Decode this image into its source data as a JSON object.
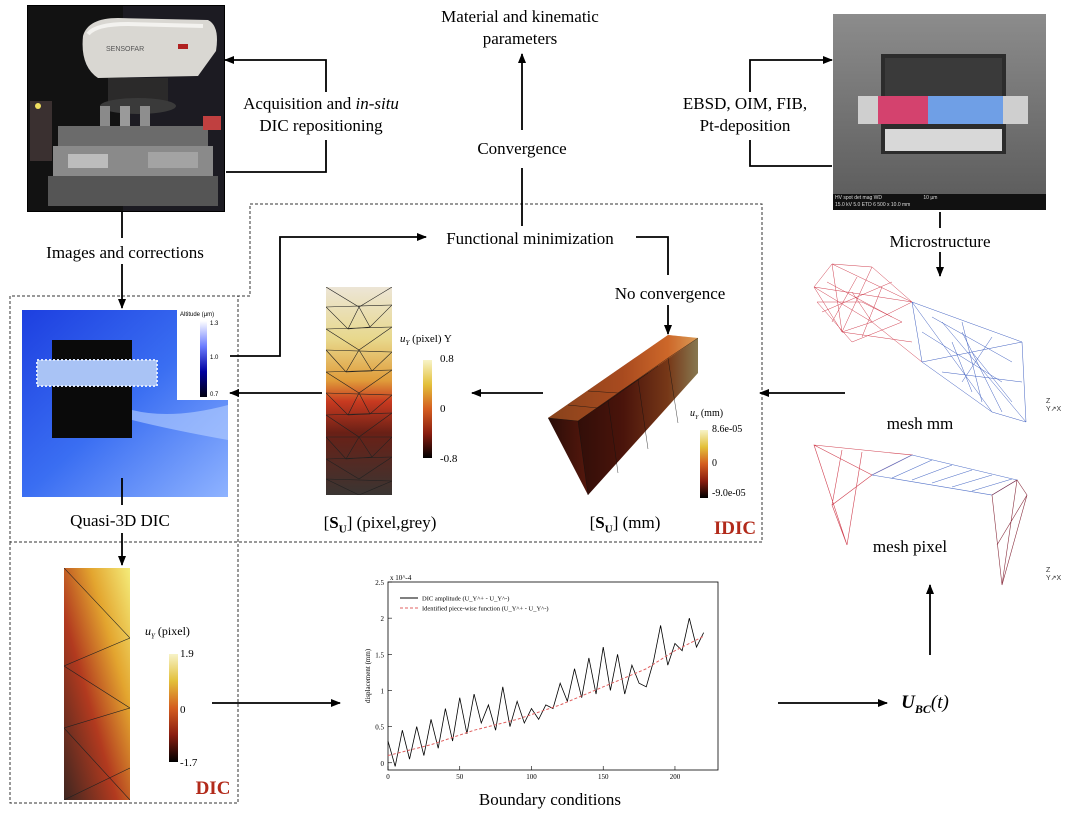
{
  "labels": {
    "material_params": "Material and kinematic parameters",
    "acquisition_line1_pre": "Acquisition and ",
    "acquisition_italic": "in-situ",
    "acquisition_line2": "DIC repositioning",
    "images_corrections": "Images and corrections",
    "convergence": "Convergence",
    "ebsd": "EBSD, OIM, FIB,",
    "pt_deposition": "Pt-deposition",
    "functional_min": "Functional minimization",
    "no_convergence": "No convergence",
    "microstructure": "Microstructure",
    "mesh_mm": "mesh mm",
    "mesh_pixel": "mesh pixel",
    "quasi3d": "Quasi-3D DIC",
    "su_pixel_suffix": "(pixel,grey)",
    "su_mm_suffix": "(mm)",
    "su_sub": "U",
    "idic": "IDIC",
    "dic": "DIC",
    "boundary_conditions": "Boundary conditions",
    "ubc_main": "U",
    "ubc_sub": "BC",
    "ubc_t": "(t)"
  },
  "colorbars": {
    "altitude_title": "Altitude (µm)",
    "altitude_ticks": [
      "1.3",
      "1.0",
      "0.7"
    ],
    "pixel_title": "(pixel) Y",
    "pixel_ticks": [
      "0.8",
      "0",
      "-0.8"
    ],
    "mm_title": "(mm)",
    "mm_ticks": [
      "8.6e-05",
      "0",
      "-9.0e-05"
    ],
    "dic_title": "(pixel)",
    "dic_ticks": [
      "1.9",
      "0",
      "-1.7"
    ],
    "u_symbol": "u",
    "u_sub": "Y"
  },
  "sem_bar": [
    "HV",
    "spot",
    "det",
    "mag",
    "WD",
    "10 µm",
    "15.0 kV",
    "5.0",
    "ETD",
    "6 500 x",
    "10.0 mm"
  ],
  "axis_triad": [
    "Y",
    "Z",
    "X"
  ],
  "colors": {
    "idic_text": "#b22a1a",
    "dic_text": "#b22a1a",
    "dic_line": "#000000",
    "fit_line": "#e06060"
  },
  "chart_data": {
    "type": "line",
    "title": "",
    "xlabel": "",
    "ylabel": "displacement (mm)",
    "y_exponent": "x 10^-4",
    "xlim": [
      0,
      230
    ],
    "ylim": [
      -0.1,
      2.5
    ],
    "xticks": [
      "0",
      "50",
      "100",
      "150",
      "200"
    ],
    "yticks": [
      "0",
      "0.5",
      "1",
      "1.5",
      "2",
      "2.5"
    ],
    "legend_position": "top-left",
    "series": [
      {
        "name": "DIC amplitude (U_Y^+ - U_Y^-)",
        "style": "solid",
        "x": [
          0,
          5,
          10,
          15,
          20,
          25,
          30,
          35,
          40,
          45,
          50,
          55,
          60,
          65,
          70,
          75,
          80,
          85,
          90,
          95,
          100,
          105,
          110,
          115,
          120,
          125,
          130,
          135,
          140,
          145,
          150,
          155,
          160,
          165,
          170,
          175,
          180,
          185,
          190,
          195,
          200,
          205,
          210,
          215,
          220
        ],
        "y": [
          0.3,
          -0.05,
          0.45,
          0.05,
          0.5,
          0.1,
          0.6,
          0.2,
          0.75,
          0.3,
          0.9,
          0.4,
          0.95,
          0.55,
          0.8,
          0.45,
          1.05,
          0.5,
          0.85,
          0.55,
          0.75,
          0.6,
          0.8,
          0.75,
          1.1,
          0.85,
          1.3,
          0.9,
          1.45,
          0.95,
          1.6,
          1.0,
          1.5,
          0.95,
          1.35,
          1.1,
          1.05,
          1.4,
          1.9,
          1.35,
          1.65,
          1.55,
          2.0,
          1.6,
          1.8
        ]
      },
      {
        "name": "Identified piece-wise function (U_Y^+ - U_Y^-)",
        "style": "dashed",
        "x": [
          0,
          30,
          60,
          90,
          120,
          150,
          180,
          200,
          220
        ],
        "y": [
          0.1,
          0.25,
          0.45,
          0.6,
          0.8,
          1.05,
          1.3,
          1.55,
          1.75
        ]
      }
    ]
  }
}
